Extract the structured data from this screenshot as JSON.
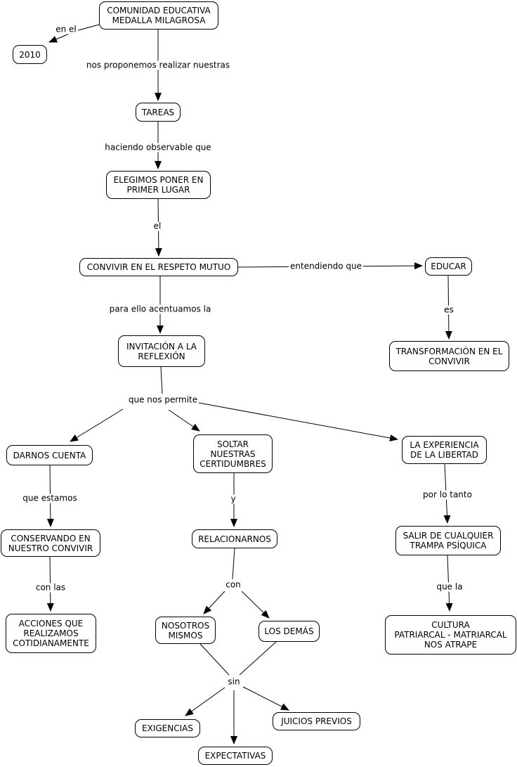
{
  "map_title": "COMUNIDAD EDUCATIVA MEDALLA MILAGROSA",
  "colors": {
    "background": "#ffffff",
    "node_fill": "#ffffff",
    "node_border": "#000000",
    "line": "#000000",
    "text": "#000000"
  },
  "nodes": {
    "comunidad": "COMUNIDAD EDUCATIVA\nMEDALLA MILAGROSA",
    "anio2010": "2010",
    "tareas": "TAREAS",
    "elegimos": "ELEGIMOS PONER EN\nPRIMER LUGAR",
    "convivir": "CONVIVIR EN EL RESPETO MUTUO",
    "educar": "EDUCAR",
    "transformacion": "TRANSFORMACIÓN EN EL\nCONVIVIR",
    "invitacion": "INVITACIÓN A LA\nREFLEXIÓN",
    "darnos": "DARNOS CUENTA",
    "conservando": "CONSERVANDO EN\nNUESTRO CONVIVIR",
    "acciones": "ACCIONES QUE\nREALIZAMOS\nCOTIDIANAMENTE",
    "soltar": "SOLTAR\nNUESTRAS\nCERTIDUMBRES",
    "relacionarnos": "RELACIONARNOS",
    "nosotros": "NOSOTROS\nMISMOS",
    "losdemas": "LOS DEMÁS",
    "experiencia": "LA EXPERIENCIA\nDE LA LIBERTAD",
    "salir": "SALIR DE CUALQUIER\nTRAMPA PSÍQUICA",
    "cultura": "CULTURA\nPATRIARCAL - MATRIARCAL\nNOS ATRAPE",
    "exigencias": "EXIGENCIAS",
    "expectativas": "EXPECTATIVAS",
    "juicios": "JUICIOS PREVIOS"
  },
  "links": {
    "en_el": "en el",
    "nos_proponemos": "nos proponemos realizar nuestras",
    "haciendo": "haciendo observable que",
    "el": "el",
    "entendiendo": "entendiendo que",
    "es": "es",
    "para_ello": "para ello acentuamos la",
    "que_nos_permite": "que nos permite",
    "que_estamos": "que estamos",
    "con_las": "con las",
    "y": "y",
    "con": "con",
    "sin": "sin",
    "por_lo_tanto": "por lo tanto",
    "que_la": "que la"
  }
}
